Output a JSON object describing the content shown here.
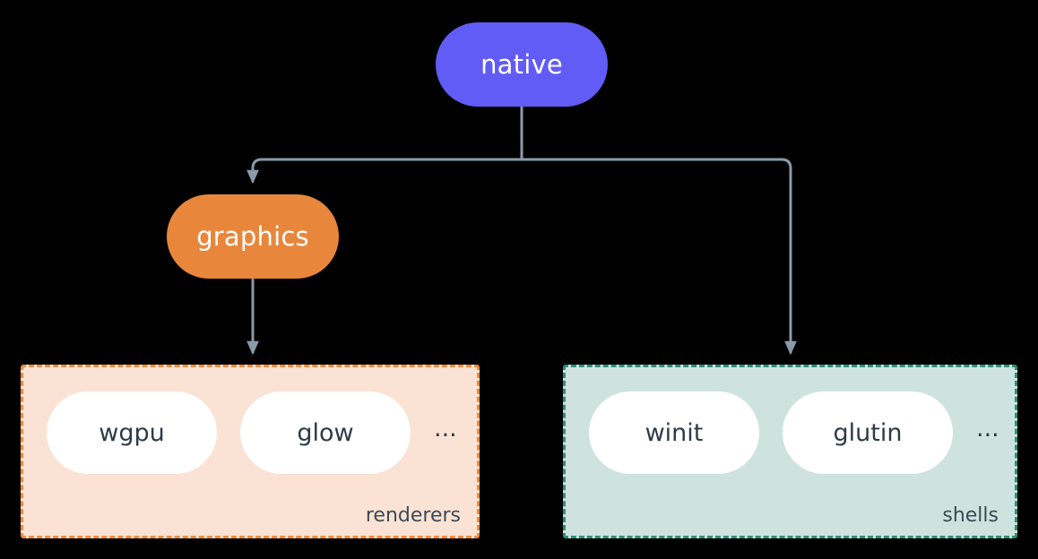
{
  "diagram": {
    "title": "native",
    "background": "#000000",
    "nodes": [
      {
        "id": "native",
        "label": "native",
        "color": "#615cf5",
        "text_color": "#ffffff"
      },
      {
        "id": "graphics",
        "label": "graphics",
        "color": "#e8873c",
        "text_color": "#ffffff"
      }
    ],
    "groups": [
      {
        "id": "renderers",
        "label": "renderers",
        "background": "#fae3d4",
        "border_color": "#ef8b3c",
        "items": [
          {
            "label": "wgpu"
          },
          {
            "label": "glow"
          }
        ],
        "ellipsis": "..."
      },
      {
        "id": "shells",
        "label": "shells",
        "background": "#cfe3de",
        "border_color": "#2f8f77",
        "items": [
          {
            "label": "winit"
          },
          {
            "label": "glutin"
          }
        ],
        "ellipsis": "..."
      }
    ],
    "edges": [
      {
        "from": "native",
        "to": "graphics",
        "color": "#8b9aa8"
      },
      {
        "from": "native",
        "to": "shells",
        "color": "#8b9aa8"
      },
      {
        "from": "graphics",
        "to": "renderers",
        "color": "#8b9aa8"
      }
    ],
    "edge_color": "#8b9aa8"
  }
}
